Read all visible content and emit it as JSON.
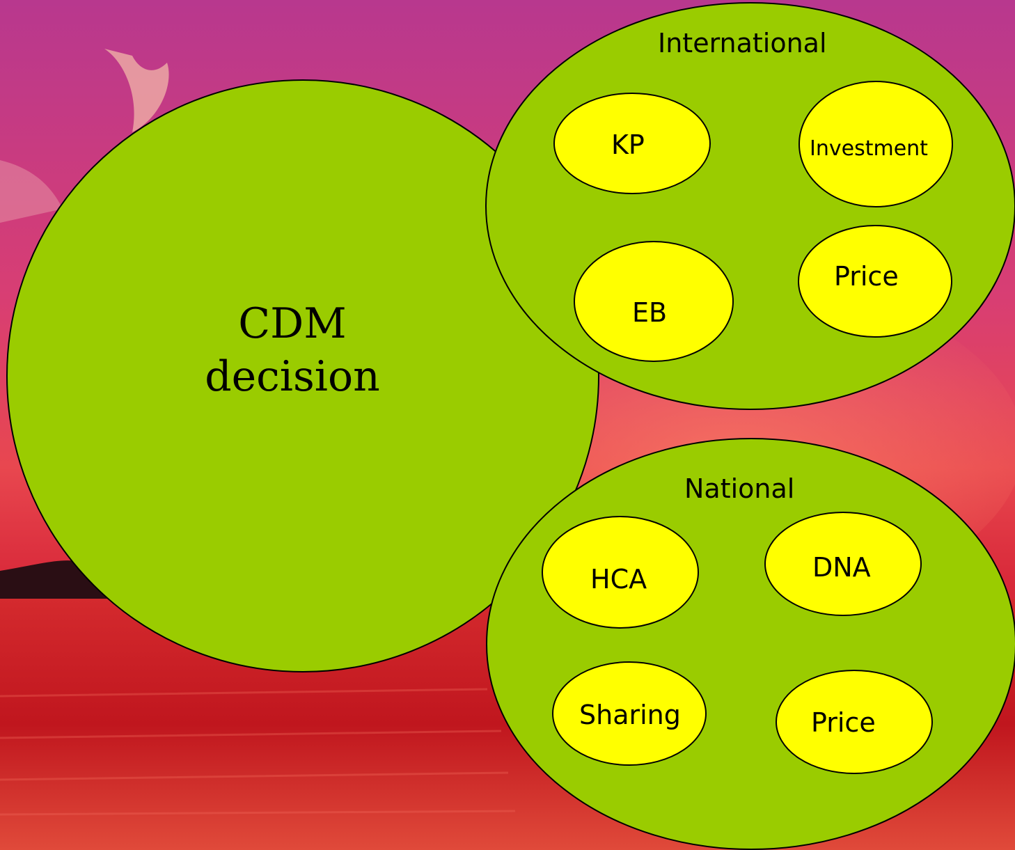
{
  "colors": {
    "group_fill": "#9ACC00",
    "item_fill": "#FFFF00",
    "outline": "#000000",
    "sky_top": "#C03A8C",
    "sky_mid": "#E0405A",
    "water": "#C4141C"
  },
  "main": {
    "line1": "CDM",
    "line2": "decision"
  },
  "international": {
    "label": "International",
    "items": [
      "KP",
      "Investment",
      "EB",
      "Price"
    ]
  },
  "national": {
    "label": "National",
    "items": [
      "HCA",
      "DNA",
      "Sharing",
      "Price"
    ]
  }
}
